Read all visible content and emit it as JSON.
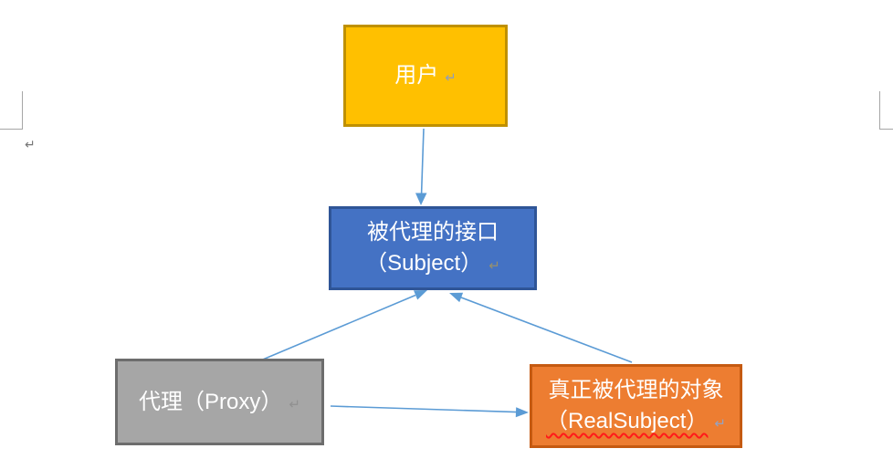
{
  "page": {
    "background": "#FFFFFF",
    "margin_mark_color": "#A6A6A6",
    "paragraph_mark": "↵",
    "margin_paragraph_mark": "↵",
    "margin_paragraph_mark_color": "#767676"
  },
  "diagram": {
    "connector_color": "#5B9BD5",
    "spellcheck_underline_color": "#FF1A1A",
    "nodes": [
      {
        "id": "user",
        "lines": [
          "用户"
        ],
        "fill": "#FFC000",
        "border": "#BF9000",
        "text_color": "#FFFFFF",
        "mark_color": "#8E9DBE"
      },
      {
        "id": "subject",
        "lines": [
          "被代理的接口",
          "（Subject）"
        ],
        "fill": "#4472C4",
        "border": "#2F5597",
        "text_color": "#FFFFFF",
        "mark_color": "#97906E"
      },
      {
        "id": "proxy",
        "lines": [
          "代理（Proxy）"
        ],
        "fill": "#A6A6A6",
        "border": "#6D6D6D",
        "text_color": "#FFFFFF",
        "mark_color": "#909090"
      },
      {
        "id": "realsubject",
        "lines": [
          "真正被代理的对象",
          "（RealSubject）"
        ],
        "fill": "#ED7D31",
        "border": "#C55A11",
        "text_color": "#FFFFFF",
        "mark_color": "#93A3C4",
        "misspelled_line": 1
      }
    ],
    "connectors": [
      {
        "from": "user",
        "to": "subject",
        "direction": "down"
      },
      {
        "from": "proxy",
        "to": "subject",
        "direction": "up-right"
      },
      {
        "from": "realsubject",
        "to": "subject",
        "direction": "up-left"
      },
      {
        "from": "proxy",
        "to": "realsubject",
        "direction": "right"
      }
    ]
  }
}
